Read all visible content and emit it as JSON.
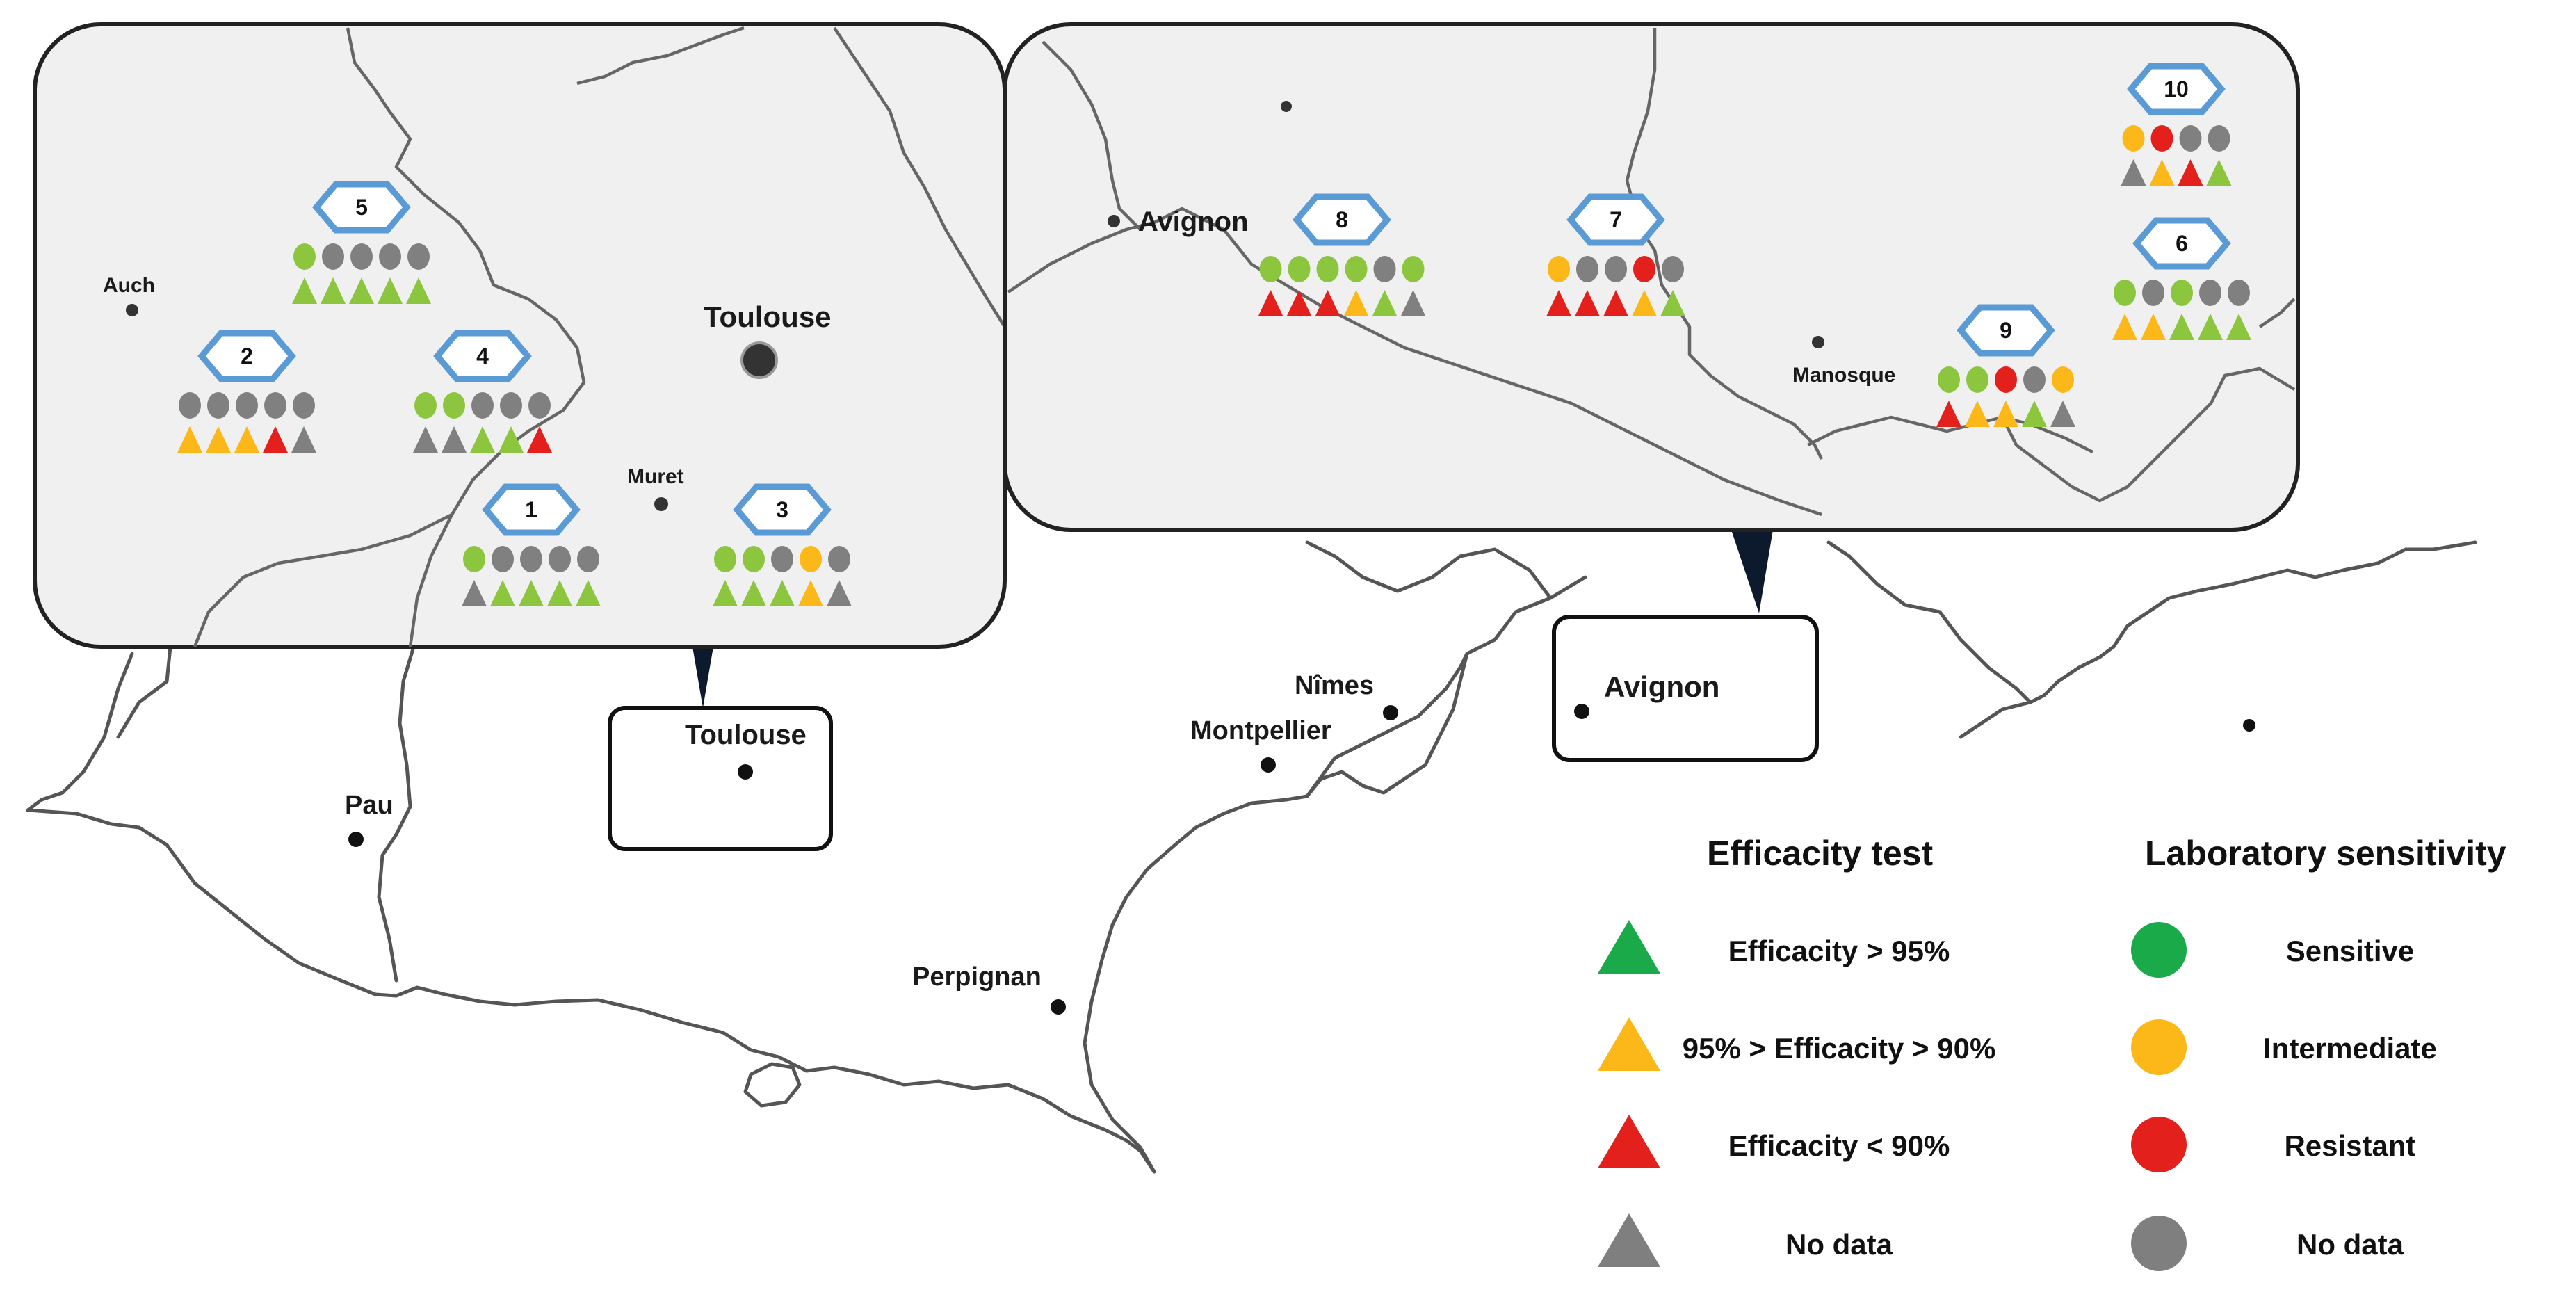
{
  "colors": {
    "sensitive": "#8cc63f",
    "intermediate": "#fbb818",
    "resistant": "#e3201b",
    "no_data": "#808080",
    "legend_green": "#1aaa4a",
    "legend_yellow": "#fbb818",
    "legend_red": "#e3201b",
    "legend_gray": "#7f7f7f",
    "hexagon_outline": "#5b9bd5",
    "panel_fill": "#f0f0f0",
    "land_line": "#555555"
  },
  "cities": {
    "pau": "Pau",
    "toulouse_main": "Toulouse",
    "nimes": "Nîmes",
    "montpellier": "Montpellier",
    "perpignan": "Perpignan",
    "avignon_main": "Avignon"
  },
  "inset_toulouse": {
    "cities": {
      "auch": "Auch",
      "toulouse": "Toulouse",
      "muret": "Muret"
    },
    "sites": [
      {
        "label": "5",
        "lab": [
          "sensitive",
          "no_data",
          "no_data",
          "no_data",
          "no_data"
        ],
        "eff": [
          "sensitive",
          "sensitive",
          "sensitive",
          "sensitive",
          "sensitive"
        ]
      },
      {
        "label": "2",
        "lab": [
          "no_data",
          "no_data",
          "no_data",
          "no_data",
          "no_data"
        ],
        "eff": [
          "intermediate",
          "intermediate",
          "intermediate",
          "resistant",
          "no_data"
        ]
      },
      {
        "label": "4",
        "lab": [
          "sensitive",
          "sensitive",
          "no_data",
          "no_data",
          "no_data"
        ],
        "eff": [
          "no_data",
          "no_data",
          "sensitive",
          "sensitive",
          "resistant"
        ]
      },
      {
        "label": "1",
        "lab": [
          "sensitive",
          "no_data",
          "no_data",
          "no_data",
          "no_data"
        ],
        "eff": [
          "no_data",
          "sensitive",
          "sensitive",
          "sensitive",
          "sensitive"
        ]
      },
      {
        "label": "3",
        "lab": [
          "sensitive",
          "sensitive",
          "no_data",
          "intermediate",
          "no_data"
        ],
        "eff": [
          "sensitive",
          "sensitive",
          "sensitive",
          "intermediate",
          "no_data"
        ]
      }
    ]
  },
  "inset_avignon": {
    "cities": {
      "avignon": "Avignon",
      "manosque": "Manosque"
    },
    "sites": [
      {
        "label": "8",
        "lab": [
          "sensitive",
          "sensitive",
          "sensitive",
          "sensitive",
          "no_data",
          "sensitive"
        ],
        "eff": [
          "resistant",
          "resistant",
          "resistant",
          "intermediate",
          "sensitive",
          "no_data"
        ]
      },
      {
        "label": "7",
        "lab": [
          "intermediate",
          "no_data",
          "no_data",
          "resistant",
          "no_data"
        ],
        "eff": [
          "resistant",
          "resistant",
          "resistant",
          "intermediate",
          "sensitive"
        ]
      },
      {
        "label": "10",
        "lab": [
          "intermediate",
          "resistant",
          "no_data",
          "no_data"
        ],
        "eff": [
          "no_data",
          "intermediate",
          "resistant",
          "sensitive"
        ]
      },
      {
        "label": "6",
        "lab": [
          "sensitive",
          "no_data",
          "sensitive",
          "no_data",
          "no_data"
        ],
        "eff": [
          "intermediate",
          "intermediate",
          "sensitive",
          "sensitive",
          "sensitive"
        ]
      },
      {
        "label": "9",
        "lab": [
          "sensitive",
          "sensitive",
          "resistant",
          "no_data",
          "intermediate"
        ],
        "eff": [
          "resistant",
          "intermediate",
          "intermediate",
          "sensitive",
          "no_data"
        ]
      }
    ]
  },
  "legend": {
    "efficacity_title": "Efficacity test",
    "efficacity_items": [
      {
        "label": "Efficacity > 95%",
        "color_key": "legend_green"
      },
      {
        "label": "95% > Efficacity > 90%",
        "color_key": "legend_yellow"
      },
      {
        "label": "Efficacity < 90%",
        "color_key": "legend_red"
      },
      {
        "label": "No data",
        "color_key": "legend_gray"
      }
    ],
    "sensitivity_title": "Laboratory sensitivity",
    "sensitivity_items": [
      {
        "label": "Sensitive",
        "color_key": "legend_green"
      },
      {
        "label": "Intermediate",
        "color_key": "legend_yellow"
      },
      {
        "label": "Resistant",
        "color_key": "legend_red"
      },
      {
        "label": "No data",
        "color_key": "legend_gray"
      }
    ]
  }
}
